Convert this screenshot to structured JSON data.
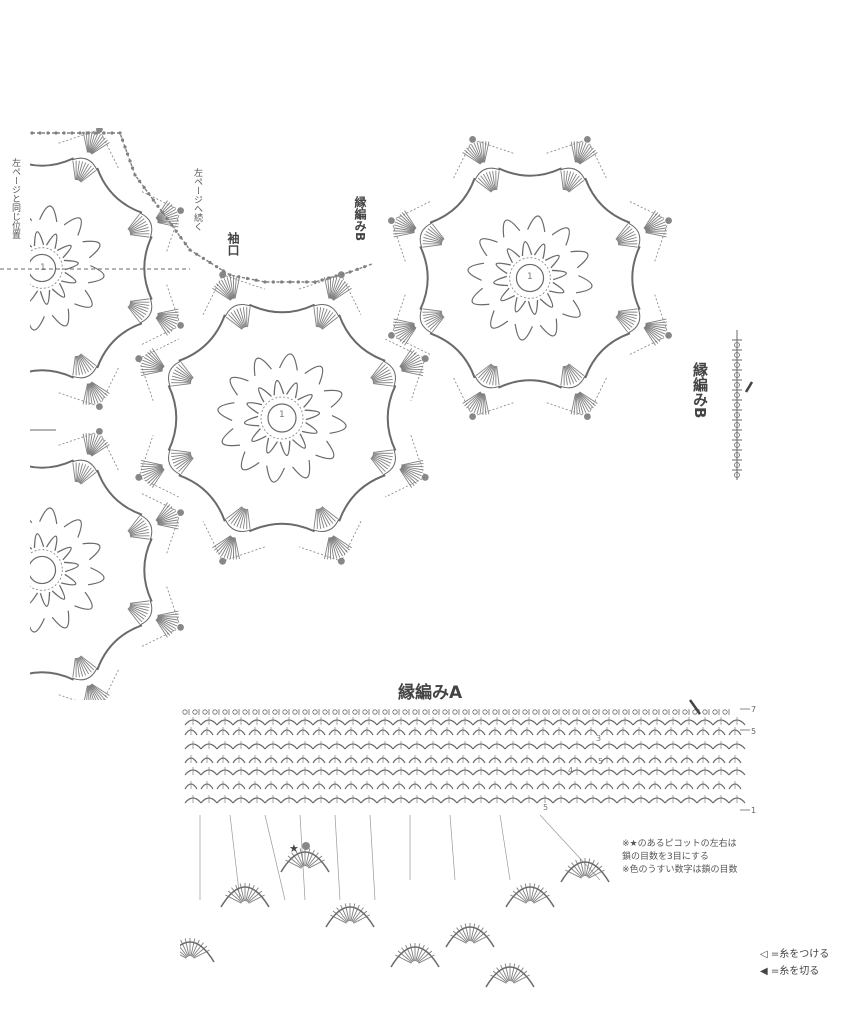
{
  "labels": {
    "left_page_same": "左ページと同じ位置",
    "left_page_continue": "左ページへ続く",
    "opening": "袖口",
    "edge_b_top": "縁編みB",
    "edge_b_side": "縁編みB",
    "edge_a_title": "縁編みA"
  },
  "motif_numbers": {
    "motif_1": "1",
    "motif_2": "1",
    "motif_3": "1"
  },
  "edge_a": {
    "row_markers": [
      "7",
      "5",
      "1"
    ],
    "inner_numbers": [
      "3",
      "4",
      "5",
      "5"
    ]
  },
  "notes": [
    "※★のあるピコットの左右は",
    "鎖の目数を3目にする",
    "※色のうすい数字は鎖の目数"
  ],
  "legend": {
    "attach": "◁ =糸をつける",
    "cut": "◀ =糸を切る"
  },
  "colors": {
    "line": "#6a6a6a",
    "stitch": "#808080"
  }
}
